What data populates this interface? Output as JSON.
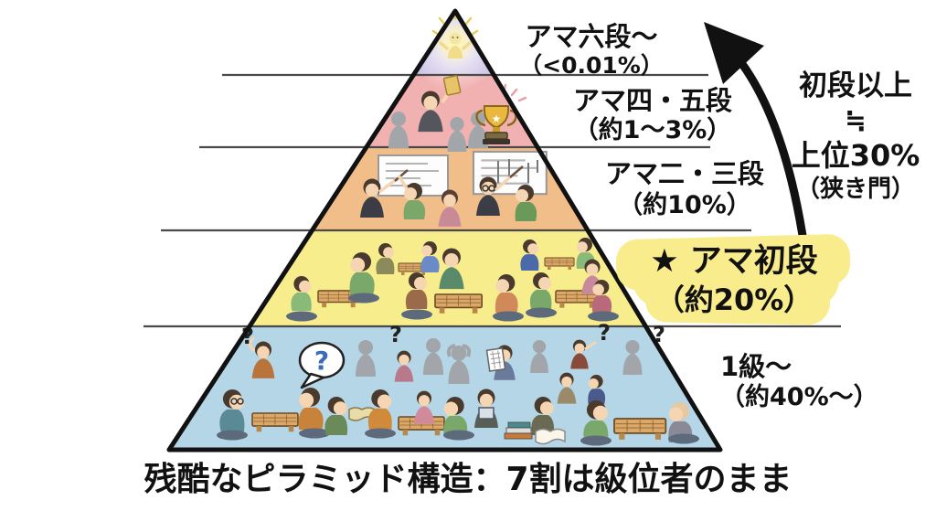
{
  "caption": "残酷なピラミッド構造：7割は級位者のまま",
  "side_note": {
    "line1": "初段以上",
    "line2": "≒",
    "line3": "上位30%",
    "line4": "（狭き門）"
  },
  "tiers": [
    {
      "rank": "アマ六段〜",
      "share": "（<0.01%）",
      "color": "#cdc2e6"
    },
    {
      "rank": "アマ四・五段",
      "share": "（約1〜3%）",
      "color": "#f1b1b1"
    },
    {
      "rank": "アマ二・三段",
      "share": "（約10%）",
      "color": "#f1bd88"
    },
    {
      "rank": "★ アマ初段",
      "share": "（約20%）",
      "color": "#f7ed8d",
      "highlight_color": "#f8ec8c"
    },
    {
      "rank": "1級〜",
      "share": "（約40%〜）",
      "color": "#b4d6e6"
    }
  ],
  "glyphs": {
    "question_mark": "?",
    "star": "★"
  }
}
